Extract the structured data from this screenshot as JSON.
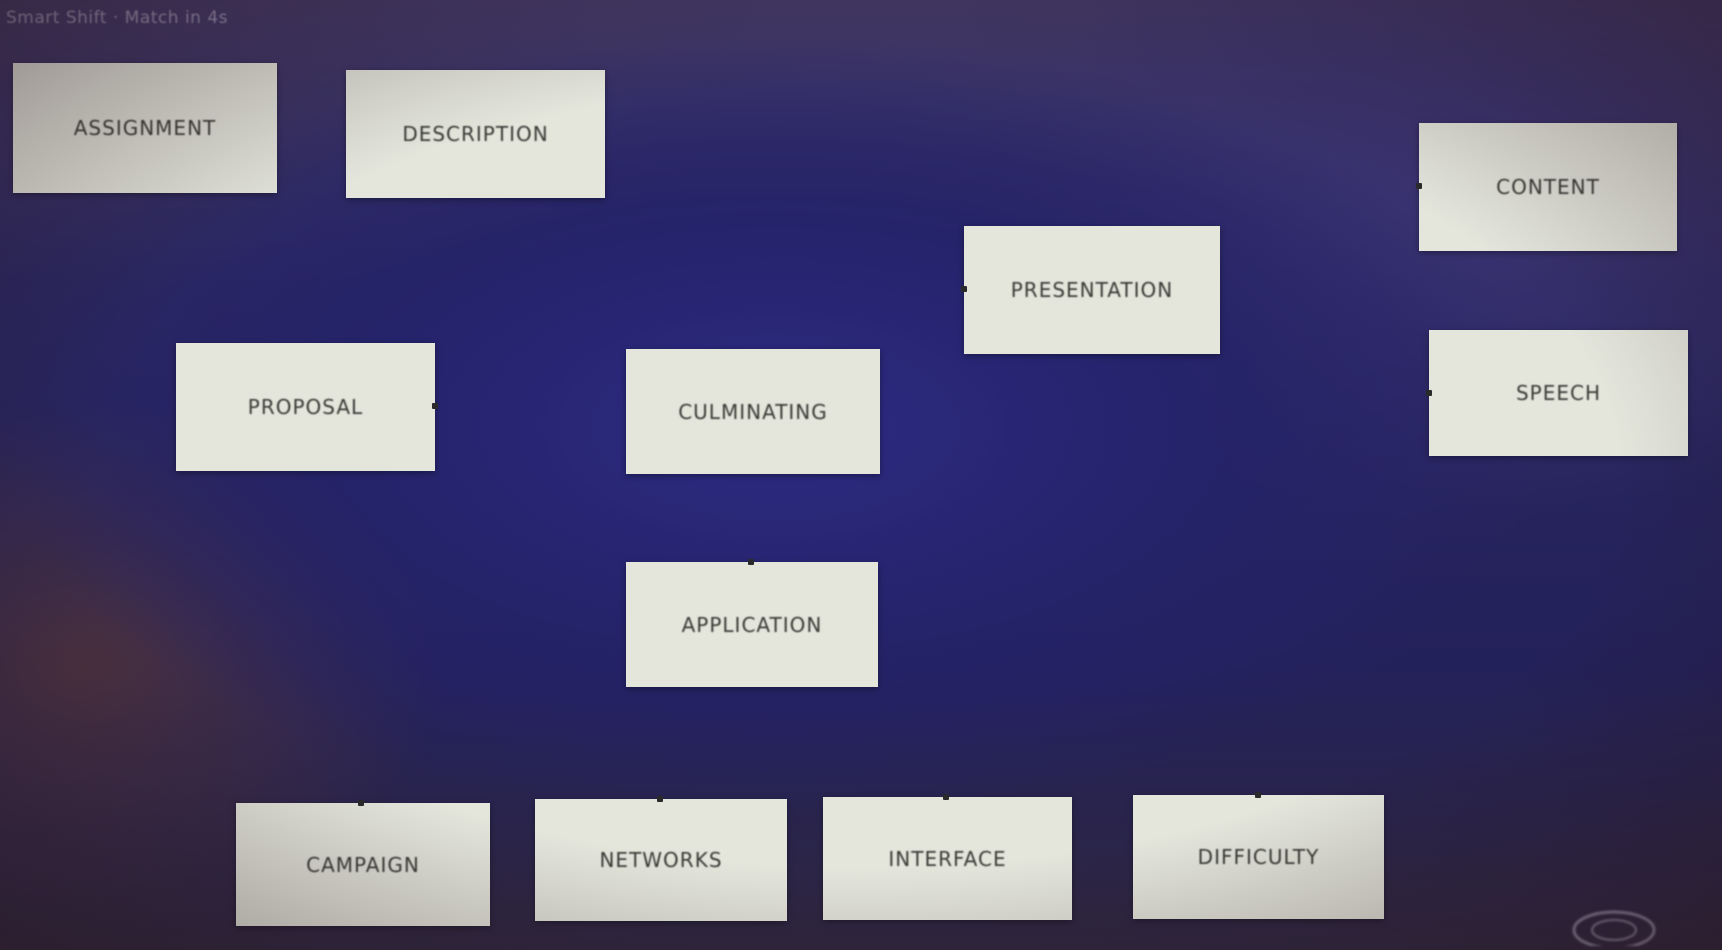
{
  "caption": "Smart Shift · Match in 4s",
  "cards": [
    {
      "key": "assignment",
      "label": "ASSIGNMENT"
    },
    {
      "key": "description",
      "label": "DESCRIPTION"
    },
    {
      "key": "content",
      "label": "CONTENT"
    },
    {
      "key": "presentation",
      "label": "PRESENTATION"
    },
    {
      "key": "proposal",
      "label": "PROPOSAL"
    },
    {
      "key": "culminating",
      "label": "CULMINATING"
    },
    {
      "key": "speech",
      "label": "SPEECH"
    },
    {
      "key": "application",
      "label": "APPLICATION"
    },
    {
      "key": "campaign",
      "label": "CAMPAIGN"
    },
    {
      "key": "networks",
      "label": "NETWORKS"
    },
    {
      "key": "interface",
      "label": "INTERFACE"
    },
    {
      "key": "difficulty",
      "label": "DIFFICULTY"
    }
  ]
}
